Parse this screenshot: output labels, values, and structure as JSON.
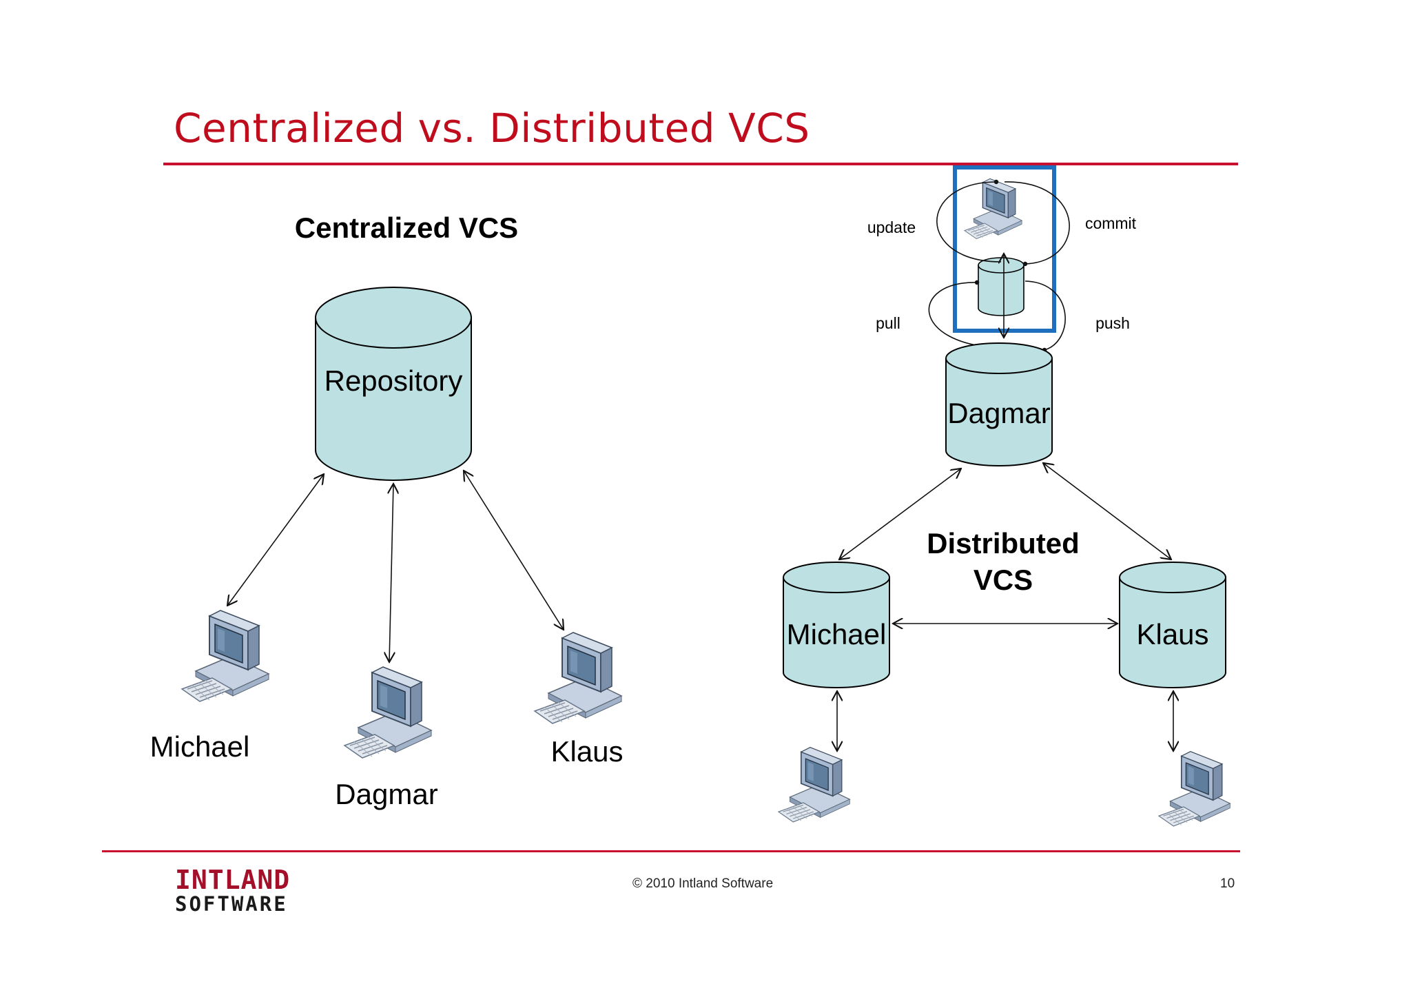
{
  "slide": {
    "title": "Centralized vs. Distributed VCS",
    "copyright": "© 2010 Intland Software",
    "page_number": "10",
    "logo_line1": "INTLAND",
    "logo_line2": "SOFTWARE"
  },
  "centralized": {
    "heading": "Centralized VCS",
    "repository_label": "Repository",
    "users": [
      "Michael",
      "Dagmar",
      "Klaus"
    ]
  },
  "distributed": {
    "heading_line1": "Distributed",
    "heading_line2": "VCS",
    "hub_label": "Dagmar",
    "peers": [
      "Michael",
      "Klaus"
    ],
    "ops": {
      "update": "update",
      "commit": "commit",
      "pull": "pull",
      "push": "push"
    }
  },
  "colors": {
    "title_red": "#c00d1e",
    "rule_red": "#c8102e",
    "cylinder_fill": "#bde1e3",
    "highlight_blue": "#1f6fbf"
  }
}
